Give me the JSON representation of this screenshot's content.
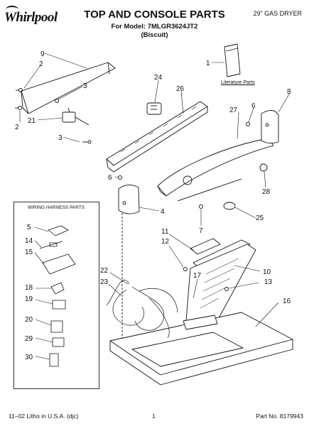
{
  "header": {
    "brand": "Whirlpool",
    "title": "TOP AND CONSOLE PARTS",
    "model_line": "For Model: 7MLGR3624JT2",
    "color_line": "(Biscuit)",
    "product": "29\" GAS DRYER"
  },
  "diagram": {
    "literature_label": "Literature Parts",
    "harness_box_title": "WIRING HARNESS PARTS",
    "callouts": [
      "9",
      "2",
      "3",
      "2",
      "21",
      "3",
      "24",
      "26",
      "1",
      "8",
      "6",
      "27",
      "28",
      "6",
      "4",
      "7",
      "25",
      "5",
      "14",
      "15",
      "11",
      "12",
      "10",
      "22",
      "23",
      "17",
      "13",
      "16",
      "18",
      "19",
      "20",
      "29",
      "30"
    ]
  },
  "footer": {
    "left": "11–02 Litho in U.S.A. (djc)",
    "page": "1",
    "part_number": "Part No. 8179943"
  }
}
